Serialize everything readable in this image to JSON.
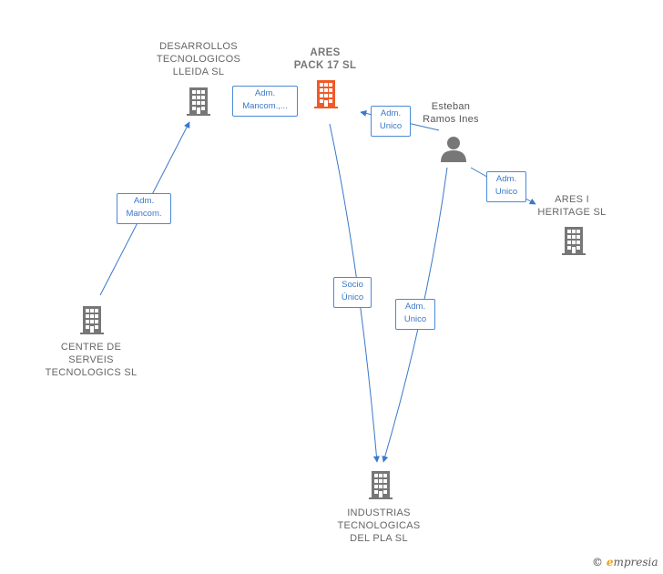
{
  "nodes": {
    "desarrollos": {
      "label": "DESARROLLOS\nTECNOLOGICOS\nLLEIDA  SL",
      "kind": "company"
    },
    "ares_pack": {
      "label": "ARES\nPACK 17  SL",
      "kind": "company-focus"
    },
    "esteban": {
      "label": "Esteban\nRamos Ines",
      "kind": "person"
    },
    "ares_heritage": {
      "label": "ARES I\nHERITAGE  SL",
      "kind": "company"
    },
    "centre": {
      "label": "CENTRE DE\nSERVEIS\nTECNOLOGICS SL",
      "kind": "company"
    },
    "industrias": {
      "label": "INDUSTRIAS\nTECNOLOGICAS\nDEL PLA SL",
      "kind": "company"
    }
  },
  "edges": {
    "e1": {
      "label": "Adm.\nMancom.,..."
    },
    "e2": {
      "label": "Adm.\nUnico"
    },
    "e3": {
      "label": "Adm.\nUnico"
    },
    "e4": {
      "label": "Adm.\nMancom."
    },
    "e5": {
      "label": "Socio\nÚnico"
    },
    "e6": {
      "label": "Adm.\nUnico"
    }
  },
  "colors": {
    "edge": "#3a78c9",
    "building": "#777777",
    "focus": "#f05a28",
    "person": "#777777"
  },
  "brand": {
    "copyright": "©",
    "e": "e",
    "rest": "mpresia"
  }
}
